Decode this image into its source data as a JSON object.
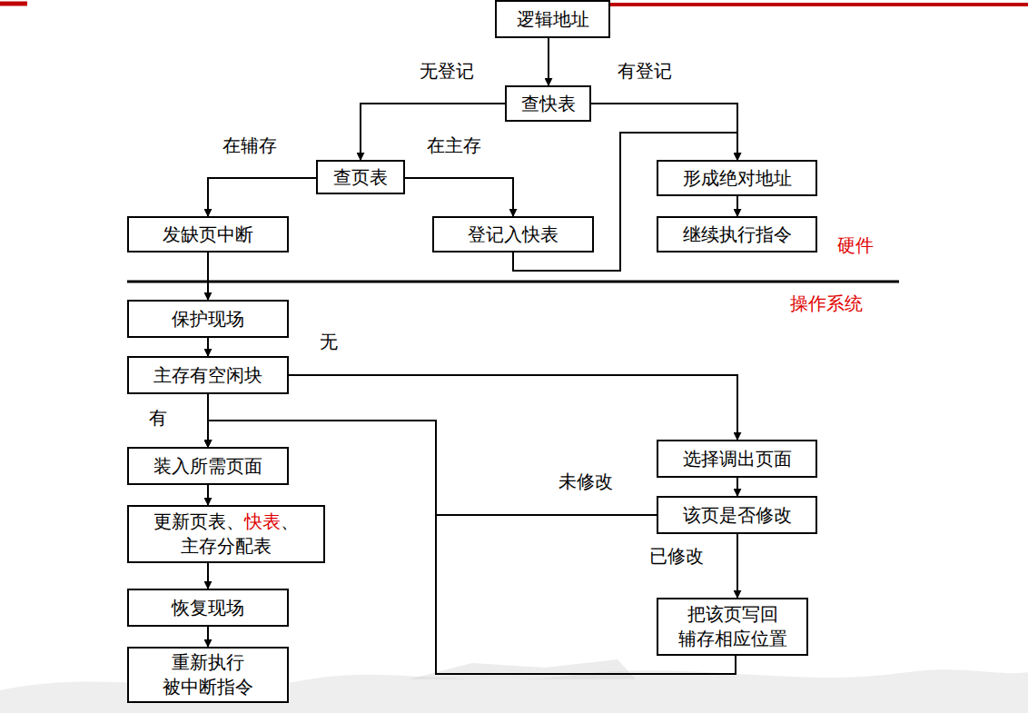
{
  "diagram": {
    "nodes": [
      {
        "text": [
          "逻辑地址"
        ]
      },
      {
        "text": [
          "查快表"
        ]
      },
      {
        "text": [
          "查页表"
        ]
      },
      {
        "text": [
          "形成绝对地址"
        ]
      },
      {
        "text": [
          "发缺页中断"
        ]
      },
      {
        "text": [
          "登记入快表"
        ]
      },
      {
        "text": [
          "继续执行指令"
        ]
      },
      {
        "text": [
          "保护现场"
        ]
      },
      {
        "text": [
          "主存有空闲块"
        ]
      },
      {
        "text": [
          "装入所需页面"
        ]
      },
      {
        "text": [
          "更新页表、快表、主存分配表"
        ]
      },
      {
        "text": [
          "恢复现场"
        ]
      },
      {
        "text": [
          "重新执行被中断指令"
        ]
      },
      {
        "text": [
          "选择调出页面"
        ]
      },
      {
        "text": [
          "该页是否修改"
        ]
      },
      {
        "text": [
          "把该页写回辅存相应位置"
        ]
      }
    ],
    "edges": [
      {
        "from": 0,
        "to": 1,
        "arrow": "to"
      },
      {
        "from": 1,
        "to": 2,
        "arrow": "to",
        "label": "无登记"
      },
      {
        "from": 1,
        "to": 3,
        "arrow": "to",
        "label": "有登记"
      },
      {
        "from": 2,
        "to": 4,
        "arrow": "to",
        "label": "在辅存"
      },
      {
        "from": 2,
        "to": 5,
        "arrow": "to",
        "label": "在主存"
      },
      {
        "from": 5,
        "to": 3,
        "arrow": "to"
      },
      {
        "from": 3,
        "to": 6,
        "arrow": "to"
      },
      {
        "from": 4,
        "to": 7,
        "arrow": "to"
      },
      {
        "from": 7,
        "to": 8,
        "arrow": "to"
      },
      {
        "from": 8,
        "to": 9,
        "arrow": "to",
        "label": "有"
      },
      {
        "from": 8,
        "to": 13,
        "arrow": "to",
        "label": "无"
      },
      {
        "from": 9,
        "to": 10,
        "arrow": "to"
      },
      {
        "from": 10,
        "to": 11,
        "arrow": "to"
      },
      {
        "from": 11,
        "to": 12,
        "arrow": "to"
      },
      {
        "from": 13,
        "to": 14,
        "arrow": "to"
      },
      {
        "from": 14,
        "to": 9,
        "arrow": "to",
        "label": "未修改"
      },
      {
        "from": 14,
        "to": 15,
        "arrow": "to",
        "label": "已修改"
      },
      {
        "from": 15,
        "to": 9,
        "arrow": "to"
      }
    ],
    "labels": [
      "硬件",
      "操作系统"
    ]
  }
}
